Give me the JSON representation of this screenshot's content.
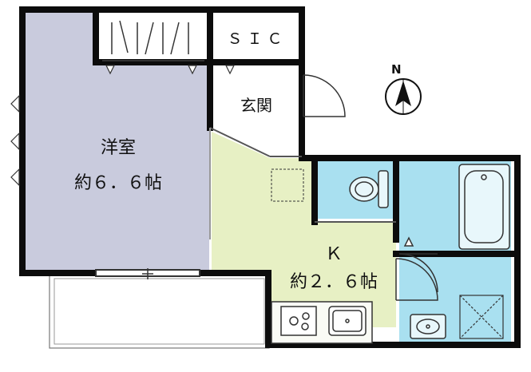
{
  "rooms": {
    "western_room": {
      "name": "洋室",
      "size": "約６．６帖"
    },
    "closet": {
      "name": "ＳＩＣ"
    },
    "entrance": {
      "name": "玄関"
    },
    "kitchen": {
      "name": "Ｋ",
      "size": "約２．６帖"
    }
  },
  "compass": {
    "north_label": "N"
  },
  "colors": {
    "western_room": "#c9cbdd",
    "kitchen": "#e7f0c4",
    "wet_area": "#a9e0f0",
    "wall": "#0c0c0c",
    "background": "#ffffff"
  }
}
